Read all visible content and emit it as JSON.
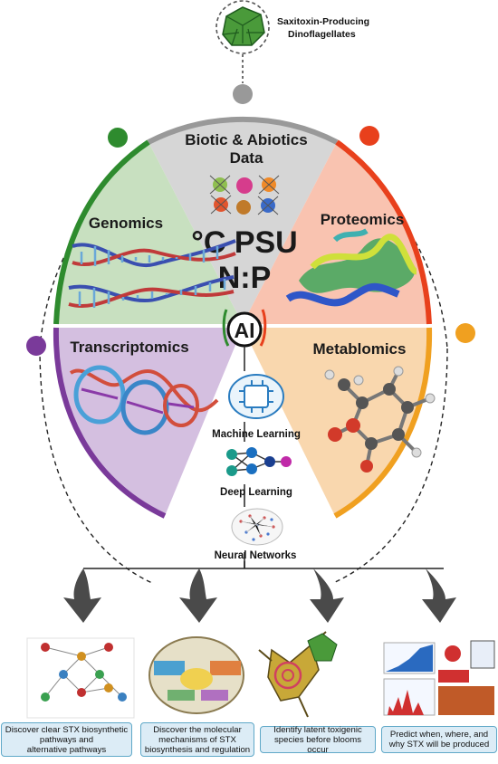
{
  "header": {
    "line1": "Saxitoxin-Producing",
    "line2": "Dinoflagellates"
  },
  "segments": {
    "biotic": {
      "line1": "Biotic & Abiotics",
      "line2": "Data"
    },
    "params": {
      "line1": "°C PSU",
      "line2": "N:P"
    },
    "genomics": "Genomics",
    "proteomics": "Proteomics",
    "transcriptomics": "Transcriptomics",
    "metabolomics": "Metablomics"
  },
  "center": "AI",
  "methods": [
    "Machine Learning",
    "Deep Learning",
    "Neural Networks"
  ],
  "outputs": [
    {
      "line1": "Discover clear STX biosynthetic",
      "line2": "pathways and",
      "line3": "alternative pathways"
    },
    {
      "line1": "Discover the molecular",
      "line2": "mechanisms of STX",
      "line3": "biosynthesis and regulation"
    },
    {
      "line1": "Identify latent toxigenic",
      "line2": "species before blooms occur"
    },
    {
      "line1": "Predict when, where, and",
      "line2": "why STX will be produced"
    }
  ],
  "colors": {
    "gray": "#999999",
    "green": "#2e8b2e",
    "red": "#e8401c",
    "purple": "#7a3a9a",
    "orange": "#f0a020",
    "gray_fill": "#d6d6d6",
    "green_fill": "#c8e0c0",
    "red_fill": "#f9c3b0",
    "purple_fill": "#d4bfe0",
    "orange_fill": "#f9d7ae",
    "box_fill": "#dcecf6",
    "box_border": "#5fa8c8"
  },
  "icons": [
    "dinoflagellate-cell-icon",
    "microbes-icon",
    "dna-helix-icon",
    "protein-ribbon-icon",
    "rna-helix-icon",
    "molecule-ball-stick-icon",
    "ai-chip-brain-icon",
    "neural-net-icon",
    "brain-network-icon",
    "down-arrow-icon"
  ]
}
